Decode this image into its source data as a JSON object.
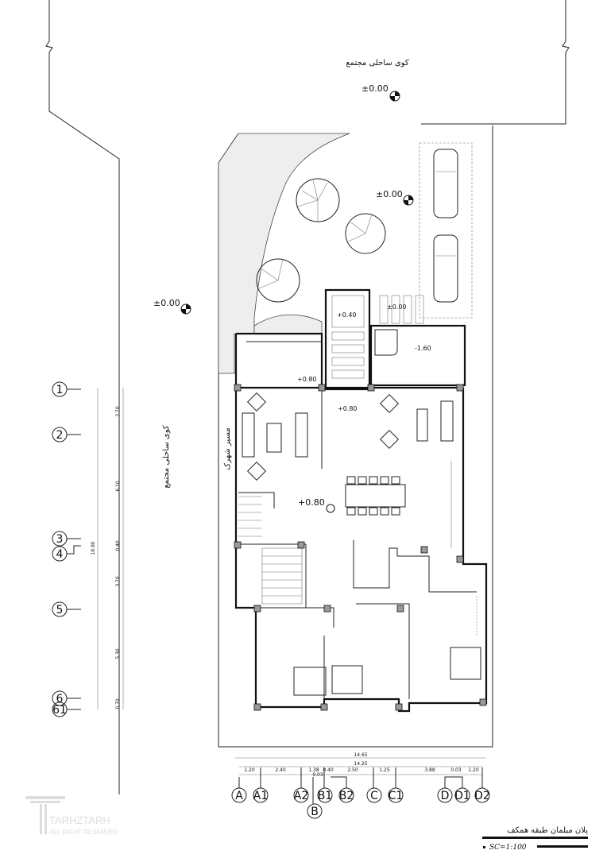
{
  "drawing": {
    "title": "پلان مبلمان طبقه همکف",
    "scale": "SC=1:100",
    "street_top": "کوی ساحلی مجتمع",
    "street_left": "کوی ساحلی مجتمع",
    "path_label": "مسیر شهرک"
  },
  "levels": [
    {
      "id": "top-street",
      "text": "±0.00"
    },
    {
      "id": "yard",
      "text": "±0.00"
    },
    {
      "id": "left-street",
      "text": "±0.00"
    },
    {
      "id": "parking",
      "text": "±0.00"
    },
    {
      "id": "ramp",
      "text": "+0.40"
    },
    {
      "id": "basement-pit",
      "text": "-1.60"
    },
    {
      "id": "porch",
      "text": "+0.80"
    },
    {
      "id": "entry",
      "text": "+0.80"
    },
    {
      "id": "living",
      "text": "+0.80"
    }
  ],
  "vertical_axes": {
    "labels": [
      "1",
      "2",
      "3",
      "4",
      "5",
      "6",
      "61"
    ],
    "dimensions": [
      "2.70",
      "6.10",
      "0.40",
      "3.70",
      "5.30",
      "0.70"
    ],
    "total": "18.90"
  },
  "horizontal_axes": {
    "labels": [
      "A",
      "A1",
      "A2",
      "B",
      "B1",
      "B2",
      "C",
      "C1",
      "D",
      "D1",
      "D2"
    ],
    "dimensions": [
      "1.20",
      "2.40",
      "1.38",
      "0.03",
      "0.40",
      "2.50",
      "1.25",
      "3.88",
      "0.03",
      "1.20"
    ],
    "total_outer": "14.65",
    "total_inner": "14.25"
  },
  "logo": {
    "brand": "TARHZTARH",
    "tagline": "ALL RIGHT RESERVED"
  }
}
